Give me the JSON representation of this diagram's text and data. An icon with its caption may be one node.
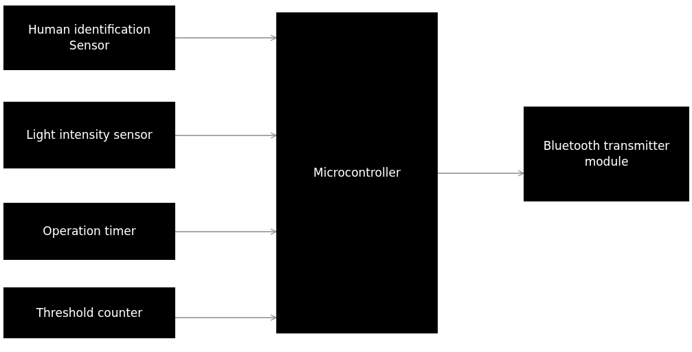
{
  "diagram": {
    "nodes": [
      {
        "text": [
          "Human identification Sensor"
        ]
      },
      {
        "text": [
          "Light intensity sensor"
        ]
      },
      {
        "text": [
          "Operation timer"
        ]
      },
      {
        "text": [
          "Threshold counter"
        ]
      },
      {
        "text": [
          "Microcontroller"
        ]
      },
      {
        "text": [
          "Bluetooth transmitter module"
        ]
      }
    ],
    "edges": [
      {
        "from": 0,
        "to": 4,
        "arrow": "to"
      },
      {
        "from": 1,
        "to": 4,
        "arrow": "to"
      },
      {
        "from": 2,
        "to": 4,
        "arrow": "to"
      },
      {
        "from": 3,
        "to": 4,
        "arrow": "to"
      },
      {
        "from": 4,
        "to": 5,
        "arrow": "to"
      }
    ]
  }
}
